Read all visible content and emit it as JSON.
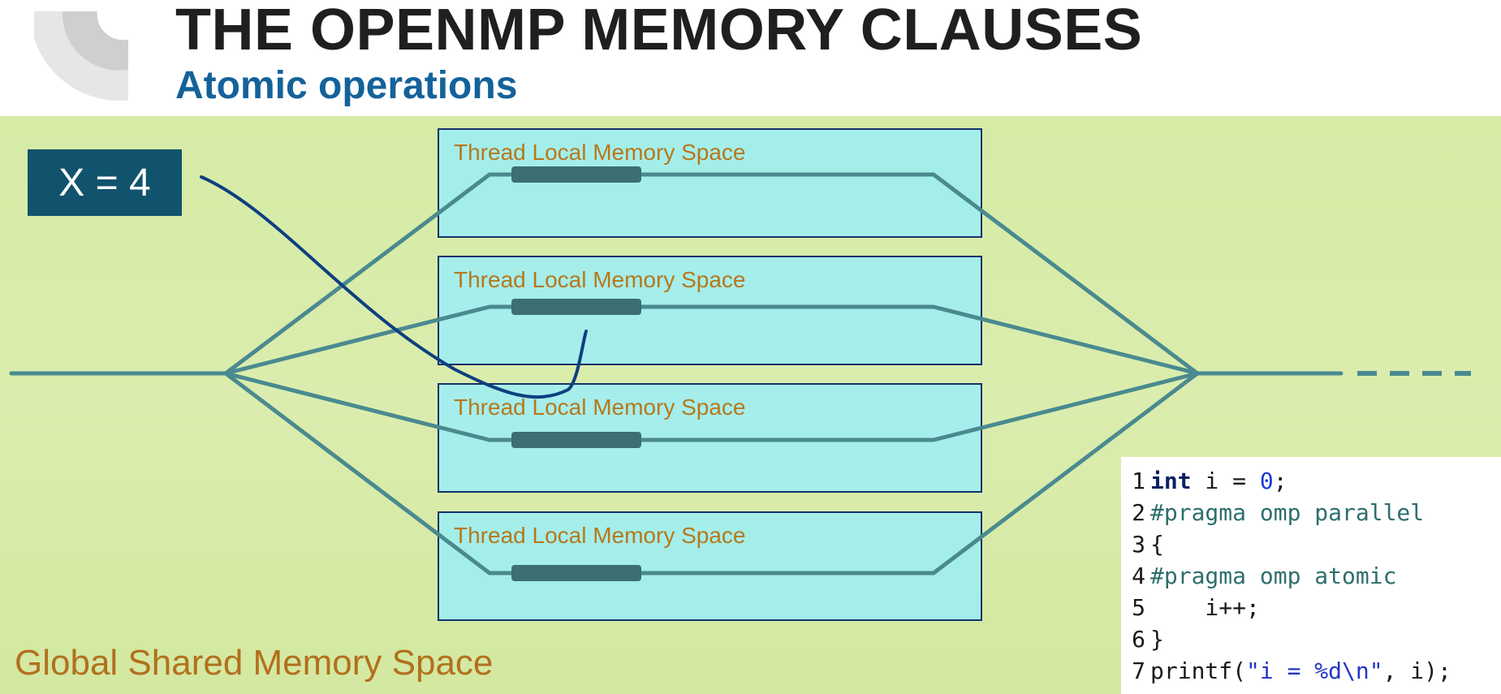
{
  "slide": {
    "title": "THE OPENMP MEMORY CLAUSES",
    "subtitle": "Atomic operations"
  },
  "x_value_label": "X = 4",
  "thread_boxes": [
    {
      "label": "Thread Local Memory Space"
    },
    {
      "label": "Thread Local Memory Space"
    },
    {
      "label": "Thread Local Memory Space"
    },
    {
      "label": "Thread Local Memory Space"
    }
  ],
  "global_memory_label": "Global Shared Memory Space",
  "code": {
    "lines": [
      {
        "no": "1",
        "parts": [
          {
            "t": "int",
            "k": "kw"
          },
          {
            "t": " i = ",
            "k": "plain"
          },
          {
            "t": "0",
            "k": "num"
          },
          {
            "t": ";",
            "k": "plain"
          }
        ]
      },
      {
        "no": "2",
        "parts": [
          {
            "t": "#pragma omp parallel",
            "k": "pp"
          }
        ]
      },
      {
        "no": "3",
        "parts": [
          {
            "t": "{",
            "k": "plain"
          }
        ]
      },
      {
        "no": "4",
        "parts": [
          {
            "t": "#pragma omp atomic",
            "k": "pp"
          }
        ]
      },
      {
        "no": "5",
        "parts": [
          {
            "t": "    i++;",
            "k": "plain"
          }
        ]
      },
      {
        "no": "6",
        "parts": [
          {
            "t": "}",
            "k": "plain"
          }
        ]
      },
      {
        "no": "7",
        "parts": [
          {
            "t": "printf(",
            "k": "plain"
          },
          {
            "t": "\"i = %d\\n\"",
            "k": "str"
          },
          {
            "t": ", i);",
            "k": "plain"
          }
        ]
      }
    ]
  },
  "colors": {
    "title": "#1f1f1f",
    "subtitle": "#14629a",
    "background_green": "#d6eba6",
    "thread_box_fill": "#96eefc",
    "thread_box_border": "#16316b",
    "thread_line": "#4a8a8f",
    "thread_bar": "#3c6f72",
    "access_curve": "#0f3f80",
    "label_orange": "#b7781d",
    "x_box": "#11536d"
  }
}
